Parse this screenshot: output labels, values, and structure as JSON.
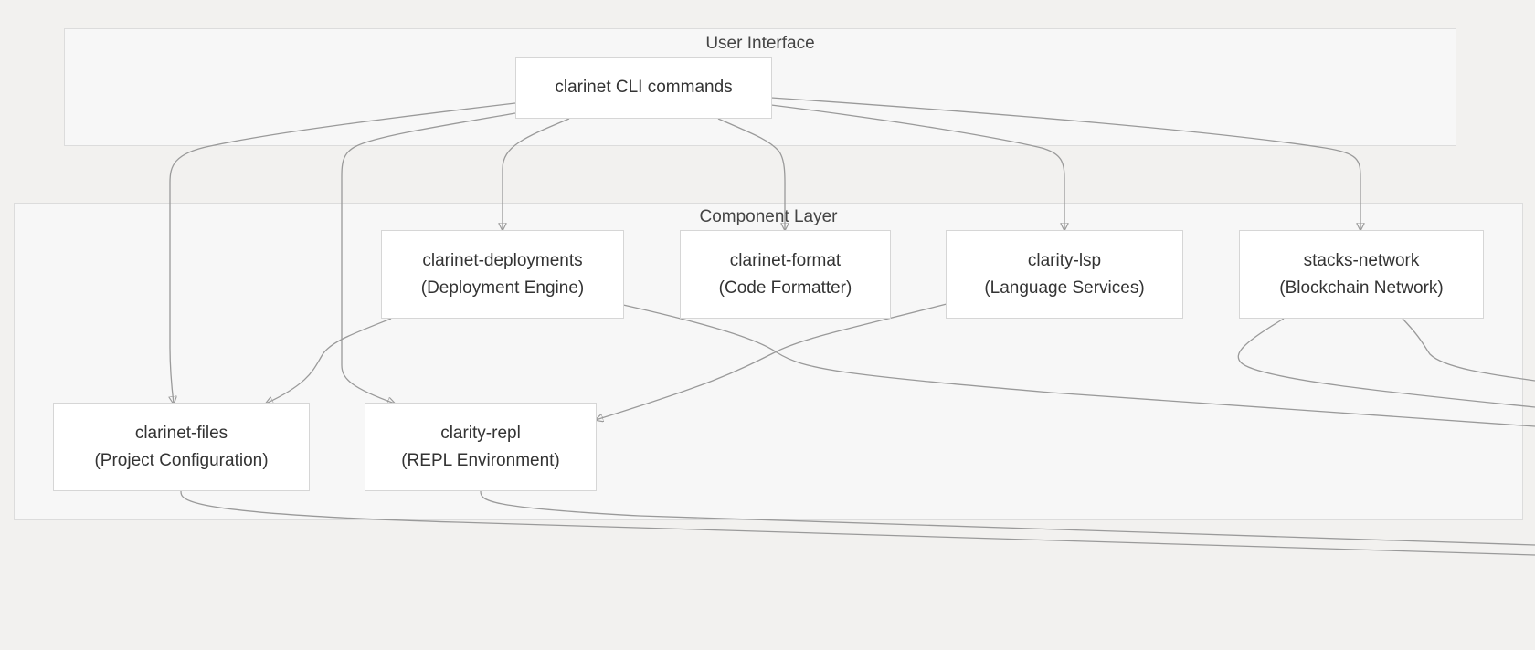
{
  "diagram": {
    "clusters": {
      "ui": {
        "label": "User Interface"
      },
      "components": {
        "label": "Component Layer"
      }
    },
    "nodes": {
      "cli": {
        "line1": "clarinet CLI commands"
      },
      "deployments": {
        "line1": "clarinet-deployments",
        "line2": "(Deployment Engine)"
      },
      "format": {
        "line1": "clarinet-format",
        "line2": "(Code Formatter)"
      },
      "lsp": {
        "line1": "clarity-lsp",
        "line2": "(Language Services)"
      },
      "network": {
        "line1": "stacks-network",
        "line2": "(Blockchain Network)"
      },
      "files": {
        "line1": "clarinet-files",
        "line2": "(Project Configuration)"
      },
      "repl": {
        "line1": "clarity-repl",
        "line2": "(REPL Environment)"
      }
    },
    "edges": [
      {
        "from": "clarinet CLI commands",
        "to": "clarinet-files"
      },
      {
        "from": "clarinet CLI commands",
        "to": "clarity-repl"
      },
      {
        "from": "clarinet CLI commands",
        "to": "clarinet-deployments"
      },
      {
        "from": "clarinet CLI commands",
        "to": "clarinet-format"
      },
      {
        "from": "clarinet CLI commands",
        "to": "clarity-lsp"
      },
      {
        "from": "clarinet CLI commands",
        "to": "stacks-network"
      },
      {
        "from": "clarinet-deployments",
        "to": "clarinet-files"
      },
      {
        "from": "clarity-lsp",
        "to": "clarity-repl"
      }
    ],
    "colors": {
      "background": "#f2f1ef",
      "cluster_fill": "#f7f7f7",
      "node_fill": "#ffffff",
      "edge": "#9a9a9a",
      "text": "#333333"
    }
  }
}
